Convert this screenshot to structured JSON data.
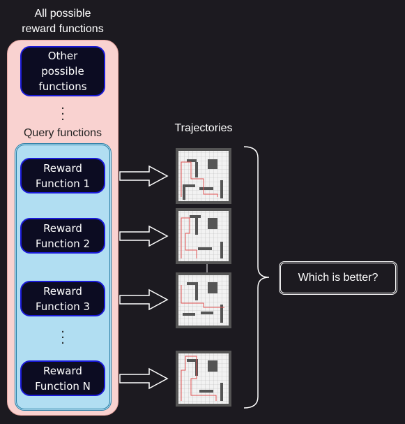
{
  "header": {
    "line1": "All possible",
    "line2": "reward functions"
  },
  "other": {
    "line1": "Other",
    "line2": "possible",
    "line3": "functions"
  },
  "query_label": "Query functions",
  "trajectories_label": "Trajectories",
  "reward_functions": [
    {
      "line1": "Reward",
      "line2": "Function 1"
    },
    {
      "line1": "Reward",
      "line2": "Function 2"
    },
    {
      "line1": "Reward",
      "line2": "Function 3"
    },
    {
      "line1": "Reward",
      "line2": "Function N"
    }
  ],
  "dots": ".\n.\n.",
  "question": "Which is better?",
  "colors": {
    "background": "#1c1a20",
    "outer_box": "#f9d2d0",
    "inner_box": "#b1def2",
    "pill_border": "#1a1ad6",
    "path": "#e05050"
  },
  "icons": [
    "hollow-arrow-icon",
    "gridworld-maze-icon",
    "curly-brace-icon"
  ]
}
